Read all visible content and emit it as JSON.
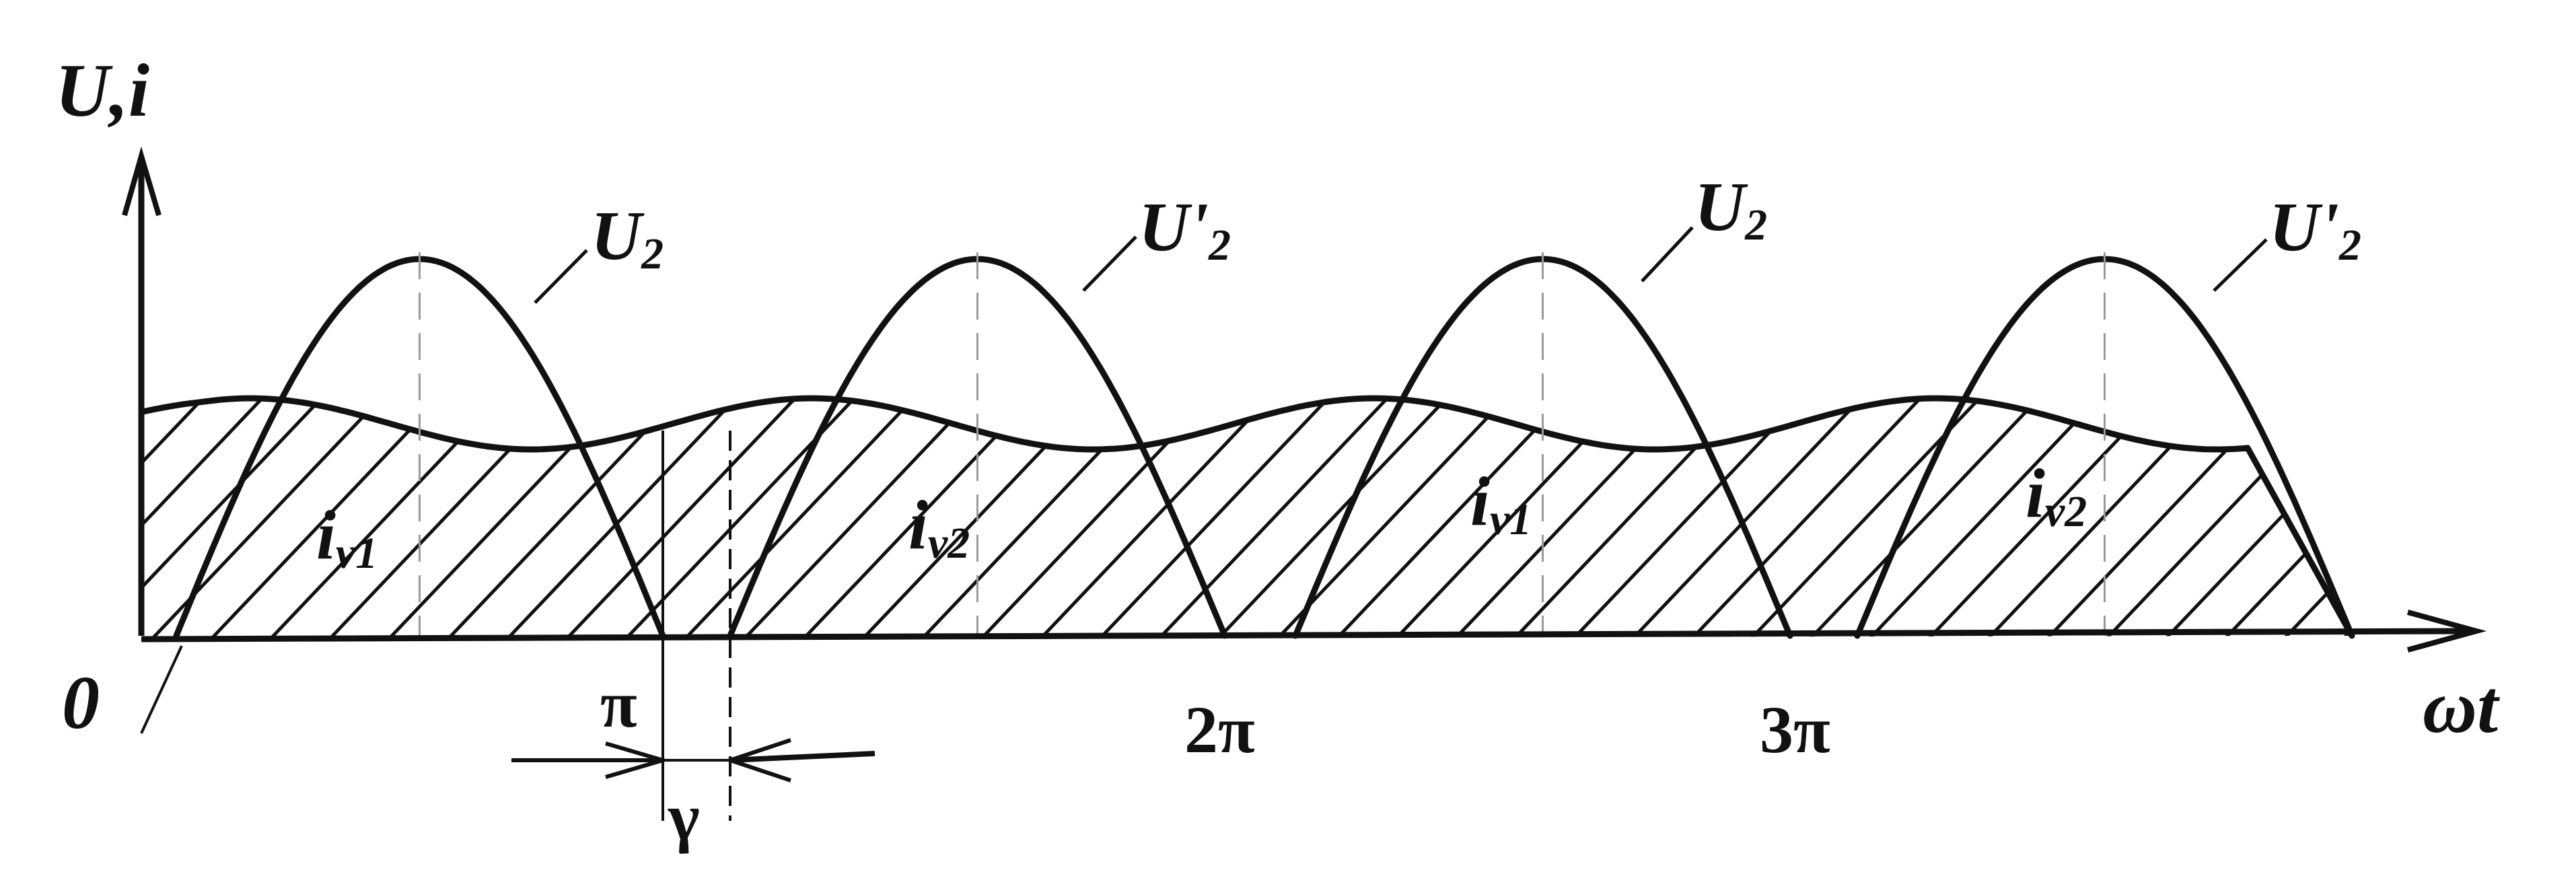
{
  "axes": {
    "y_label": "U,i",
    "x_label": "ωt",
    "origin_label": "0"
  },
  "ticks": {
    "pi": "π",
    "two_pi": "2π",
    "three_pi": "3π"
  },
  "curve_labels": {
    "u2_first": {
      "main": "U",
      "sub": "2"
    },
    "u2p_first": {
      "main": "U'",
      "sub": "2"
    },
    "u2_second": {
      "main": "U",
      "sub": "2"
    },
    "u2p_second": {
      "main": "U'",
      "sub": "2"
    }
  },
  "current_labels": {
    "iv1_first": {
      "main": "i",
      "sub": "v1"
    },
    "iv2_first": {
      "main": "i",
      "sub": "v2"
    },
    "iv1_second": {
      "main": "i",
      "sub": "v1"
    },
    "iv2_second": {
      "main": "i",
      "sub": "v2"
    }
  },
  "overlap": {
    "label": "γ"
  },
  "colors": {
    "ink": "#111111",
    "background": "#ffffff"
  }
}
